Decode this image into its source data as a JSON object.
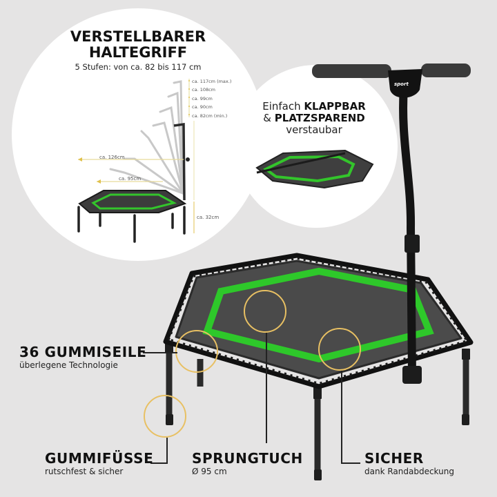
{
  "header": {
    "title_line1": "VERSTELLBARER",
    "title_line2": "HALTEGRIFF",
    "subtitle": "5 Stufen: von ca. 82 bis 117 cm"
  },
  "height_levels": [
    {
      "label": "ca. 117cm (max.)"
    },
    {
      "label": "ca. 108cm"
    },
    {
      "label": "ca. 99cm"
    },
    {
      "label": "ca. 90cm"
    },
    {
      "label": "ca. 82cm (min.)"
    }
  ],
  "dimensions": {
    "width_outer": "ca. 126cm",
    "width_inner": "ca. 95cm",
    "frame_height": "ca. 32cm"
  },
  "foldable": {
    "prefix": "Einfach ",
    "bold1": "KLAPPBAR",
    "amp": "& ",
    "bold2": "PLATZSPAREND",
    "line3": "verstaubar"
  },
  "brand": {
    "logo_text": "sport"
  },
  "features": [
    {
      "title": "36 GUMMISEILE",
      "subtitle": "überlegene Technologie"
    },
    {
      "title": "GUMMIFÜSSE",
      "subtitle": "rutschfest & sicher"
    },
    {
      "title": "SPRUNGTUCH",
      "subtitle": "Ø 95 cm"
    },
    {
      "title": "SICHER",
      "subtitle": "dank Randabdeckung"
    }
  ],
  "colors": {
    "background": "#e5e4e4",
    "accent_green": "#2fc52a",
    "highlight_ring": "#e8c063",
    "mat": "#4a4a4a",
    "frame": "#1a1a1a"
  }
}
